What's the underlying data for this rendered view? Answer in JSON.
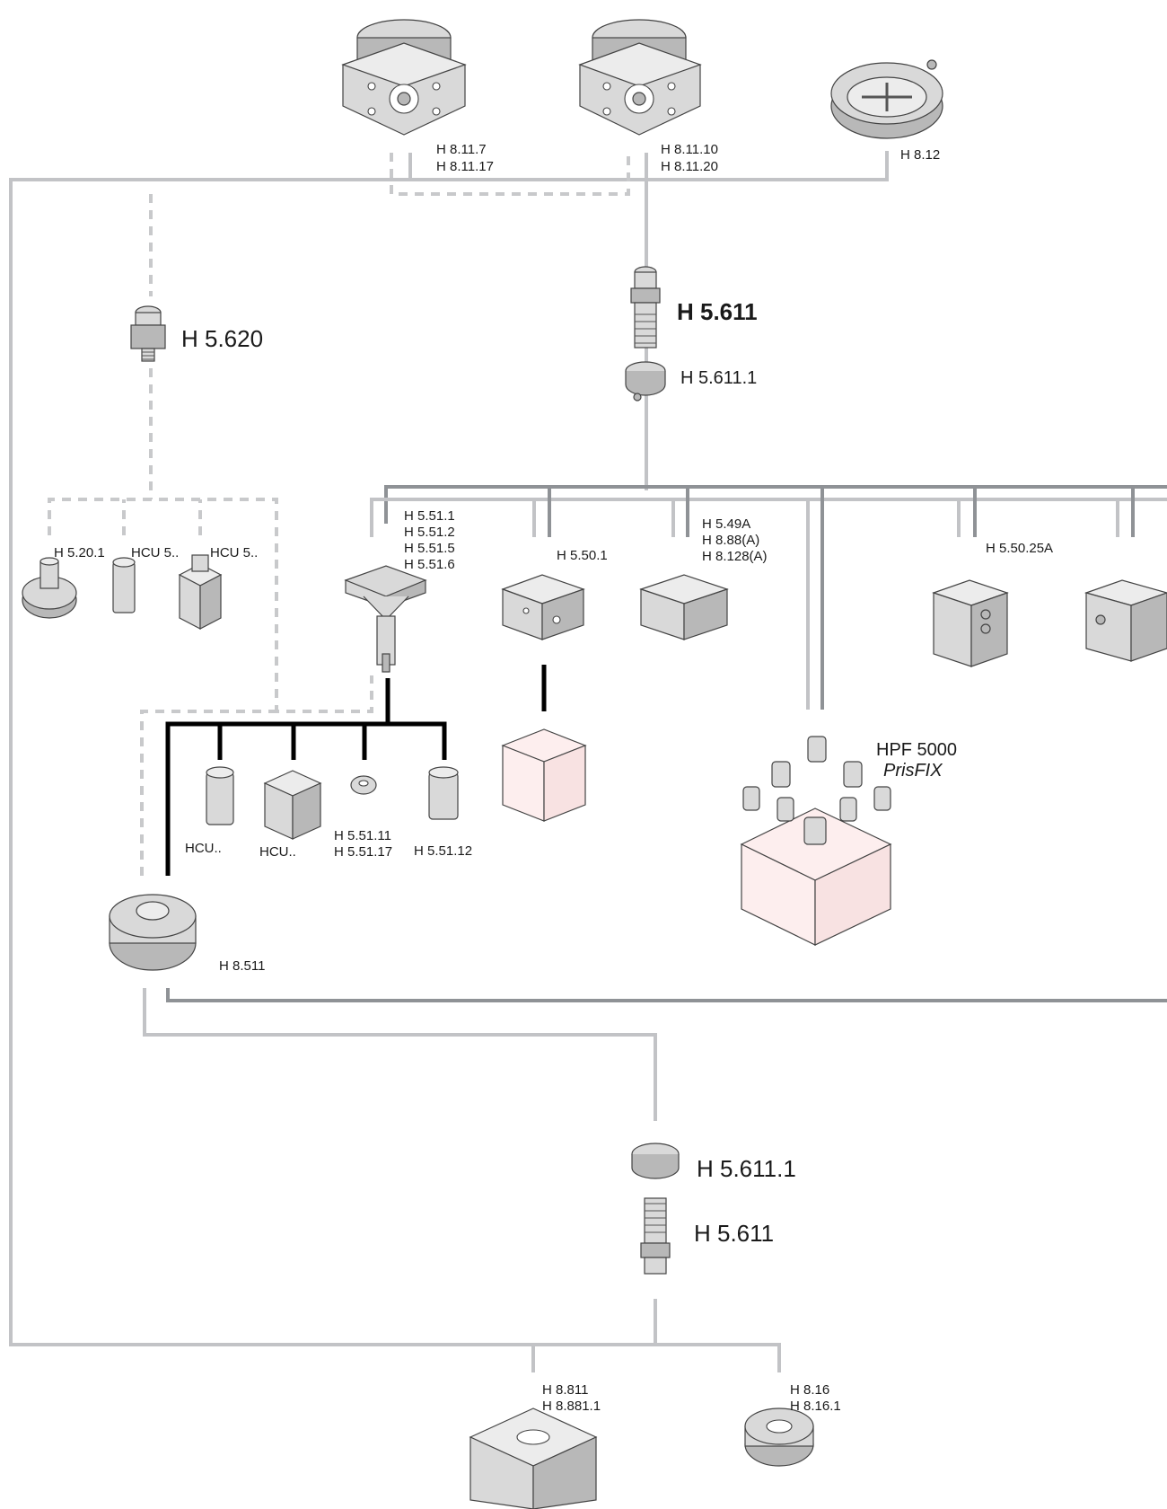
{
  "labels": {
    "h8_11_7": "H 8.11.7",
    "h8_11_17": "H 8.11.17",
    "h8_11_10": "H 8.11.10",
    "h8_11_20": "H 8.11.20",
    "h8_12": "H 8.12",
    "h5_620": "H 5.620",
    "h5_611_top": "H 5.611",
    "h5_611_1_top": "H 5.611.1",
    "h5_20_1": "H 5.20.1",
    "hcu5_a": "HCU 5..",
    "hcu5_b": "HCU 5..",
    "h5_51_list": [
      "H 5.51.1",
      "H 5.51.2",
      "H 5.51.5",
      "H 5.51.6"
    ],
    "h5_50_1": "H 5.50.1",
    "h5_49_list": [
      "H 5.49A",
      "H 8.88(A)",
      "H 8.128(A)"
    ],
    "h5_50_25a": "H 5.50.25A",
    "hcu_a": "HCU..",
    "hcu_b": "HCU..",
    "h5_51_11": "H 5.51.11",
    "h5_51_17": "H 5.51.17",
    "h5_51_12": "H 5.51.12",
    "hpf5000": "HPF 5000",
    "prisfix": "PrisFIX",
    "h8_511": "H 8.511",
    "h5_611_1_bot": "H 5.611.1",
    "h5_611_bot": "H 5.611",
    "h8_811": "H 8.811",
    "h8_881_1": "H 8.881.1",
    "h8_16": "H 8.16",
    "h8_16_1": "H 8.16.1"
  }
}
